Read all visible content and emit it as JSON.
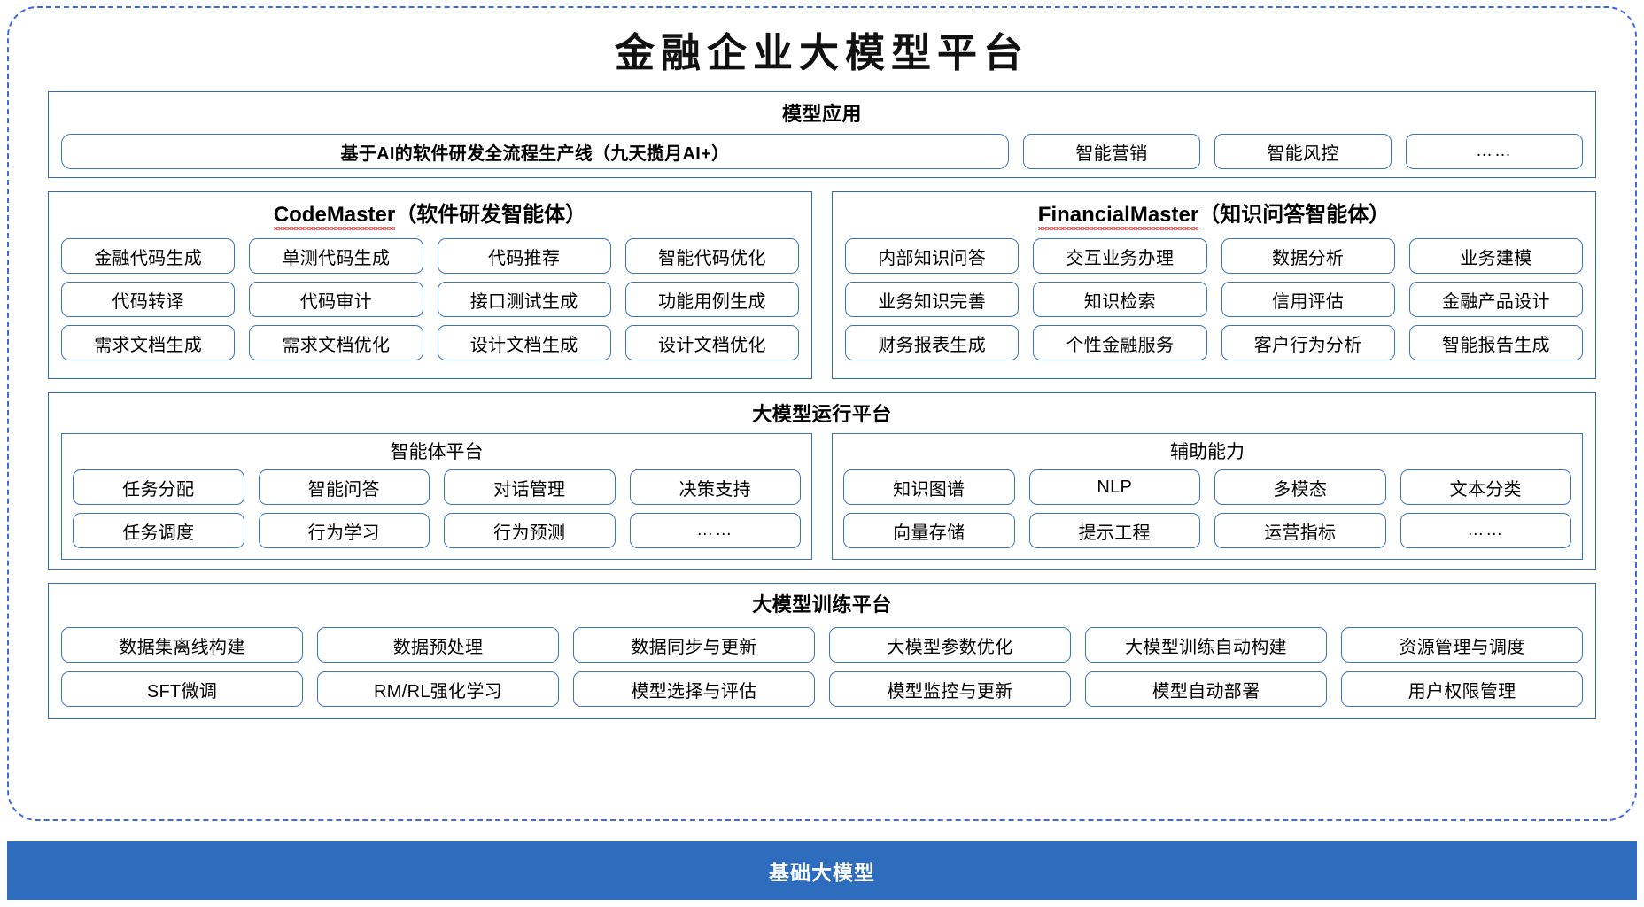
{
  "page": {
    "title": "金融企业大模型平台",
    "accent_blue": "#2e6dbe",
    "border_blue": "#3a76c0",
    "frame_dashed": "#4169e1"
  },
  "applications": {
    "section_title": "模型应用",
    "flagship": "基于AI的软件研发全流程生产线（九天揽月AI+）",
    "items": [
      "智能营销",
      "智能风控",
      "……"
    ]
  },
  "masters": [
    {
      "name_en": "CodeMaster",
      "name_cn": "（软件研发智能体）",
      "rows": [
        [
          "金融代码生成",
          "单测代码生成",
          "代码推荐",
          "智能代码优化"
        ],
        [
          "代码转译",
          "代码审计",
          "接口测试生成",
          "功能用例生成"
        ],
        [
          "需求文档生成",
          "需求文档优化",
          "设计文档生成",
          "设计文档优化"
        ]
      ]
    },
    {
      "name_en": "FinancialMaster",
      "name_cn": "（知识问答智能体）",
      "rows": [
        [
          "内部知识问答",
          "交互业务办理",
          "数据分析",
          "业务建模"
        ],
        [
          "业务知识完善",
          "知识检索",
          "信用评估",
          "金融产品设计"
        ],
        [
          "财务报表生成",
          "个性金融服务",
          "客户行为分析",
          "智能报告生成"
        ]
      ]
    }
  ],
  "runtime": {
    "section_title": "大模型运行平台",
    "columns": [
      {
        "sub_title": "智能体平台",
        "rows": [
          [
            "任务分配",
            "智能问答",
            "对话管理",
            "决策支持"
          ],
          [
            "任务调度",
            "行为学习",
            "行为预测",
            "……"
          ]
        ]
      },
      {
        "sub_title": "辅助能力",
        "rows": [
          [
            "知识图谱",
            "NLP",
            "多模态",
            "文本分类"
          ],
          [
            "向量存储",
            "提示工程",
            "运营指标",
            "……"
          ]
        ]
      }
    ]
  },
  "training": {
    "section_title": "大模型训练平台",
    "rows": [
      [
        "数据集离线构建",
        "数据预处理",
        "数据同步与更新",
        "大模型参数优化",
        "大模型训练自动构建",
        "资源管理与调度"
      ],
      [
        "SFT微调",
        "RM/RL强化学习",
        "模型选择与评估",
        "模型监控与更新",
        "模型自动部署",
        "用户权限管理"
      ]
    ]
  },
  "foundation": {
    "label": "基础大模型"
  }
}
